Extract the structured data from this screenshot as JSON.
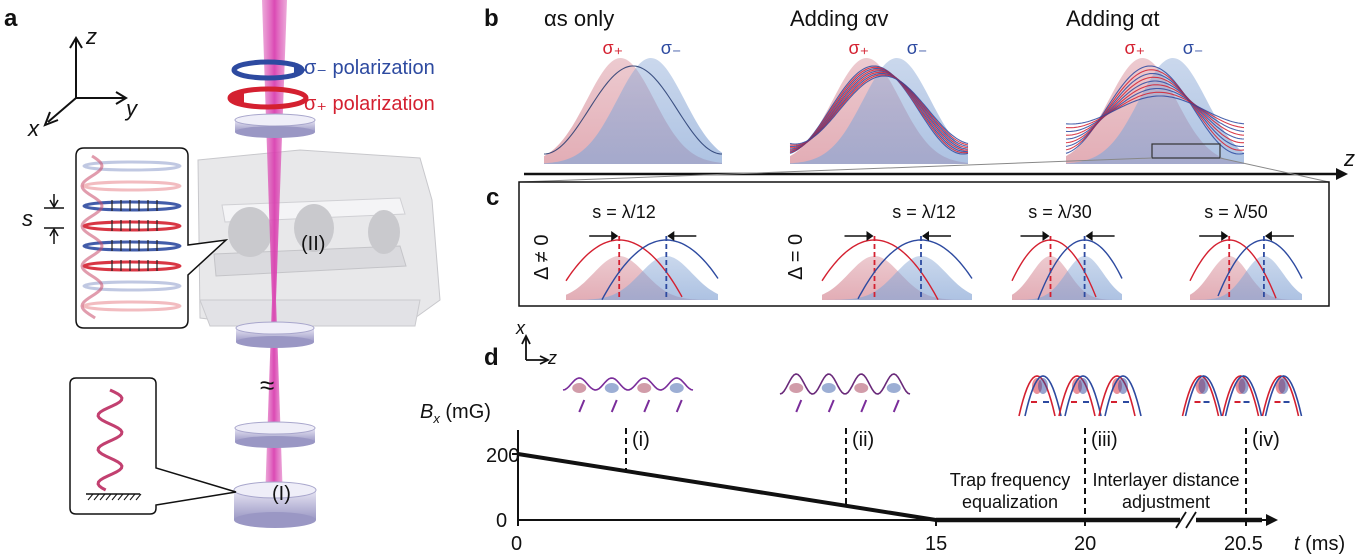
{
  "panels": {
    "a": "a",
    "b": "b",
    "c": "c",
    "d": "d"
  },
  "panel_a": {
    "axes": {
      "x": "x",
      "y": "y",
      "z": "z"
    },
    "sigma_minus": "σ₋ polarization",
    "sigma_plus": "σ₊ polarization",
    "spacing_label": "s",
    "region_II": "(II)",
    "region_I": "(I)",
    "break_mark": "≈"
  },
  "panel_b": {
    "titles": [
      "αs only",
      "Adding αv",
      "Adding αt"
    ],
    "sigma_plus": "σ₊",
    "sigma_minus": "σ₋",
    "axis_label": "z"
  },
  "panel_c": {
    "delta_nonzero": "Δ ≠ 0",
    "delta_zero": "Δ = 0",
    "labels": [
      "s = λ/12",
      "s = λ/12",
      "s = λ/30",
      "s = λ/50"
    ]
  },
  "panel_d": {
    "axis_x": "x",
    "axis_z": "z",
    "y_label": "Bx (mG)",
    "x_label": "t (ms)",
    "y_ticks": [
      "200",
      "0"
    ],
    "x_ticks": [
      "0",
      "15",
      "20",
      "20.5"
    ],
    "markers": [
      "(i)",
      "(ii)",
      "(iii)",
      "(iv)"
    ],
    "stage1": [
      "Trap frequency",
      "equalization"
    ],
    "stage2": [
      "Interlayer distance",
      "adjustment"
    ]
  },
  "colors": {
    "red": "#d42030",
    "blue": "#2d4aa0",
    "purple": "#7a2d9a",
    "beam": "#d94fb0"
  }
}
